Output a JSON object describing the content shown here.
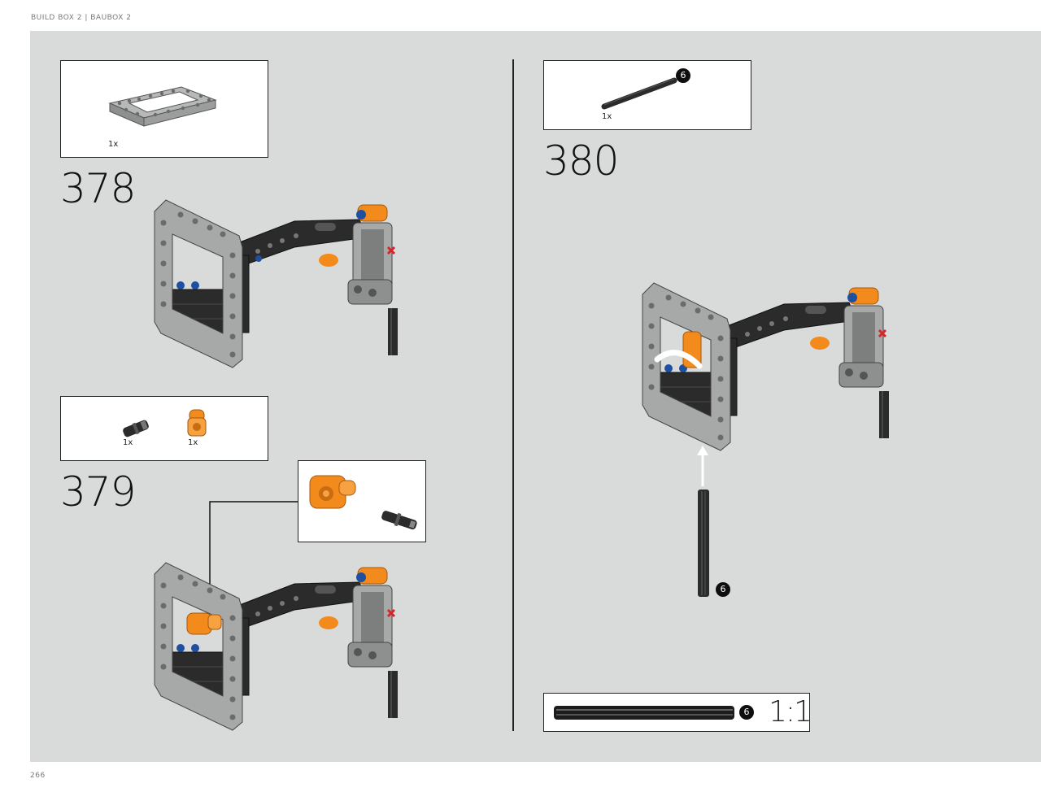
{
  "header": {
    "title": "BUILD BOX 2  |  BAUBOX 2"
  },
  "footer": {
    "page_number": "266"
  },
  "steps": [
    {
      "number": "378",
      "parts": [
        {
          "name": "open-frame-part",
          "qty": "1x"
        }
      ]
    },
    {
      "number": "379",
      "parts": [
        {
          "name": "connector-peg-part",
          "qty": "1x"
        },
        {
          "name": "orange-angle-connector-part",
          "qty": "1x"
        }
      ]
    },
    {
      "number": "380",
      "parts": [
        {
          "name": "axle-part",
          "qty": "1x",
          "length_badge": "6"
        }
      ]
    }
  ],
  "axle_badge": "6",
  "scale_box": {
    "badge": "6",
    "ratio": "1:1"
  },
  "colors": {
    "background": "#d9dbda",
    "light_gray_part": "#a7a9a8",
    "dark_part": "#2b2b2b",
    "orange_part": "#f28a1c",
    "blue_part": "#1f4fa0",
    "red_part": "#d6242a"
  }
}
